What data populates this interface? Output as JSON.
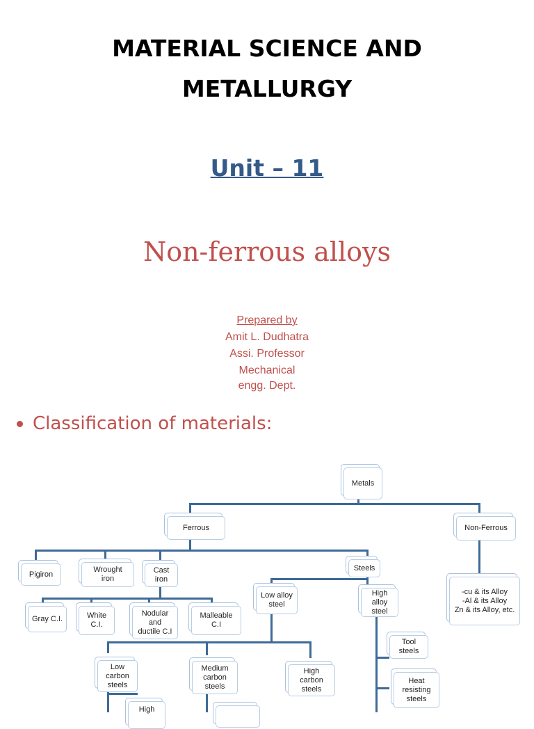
{
  "title_line1": "MATERIAL SCIENCE AND",
  "title_line2": "METALLURGY",
  "unit": "Unit – 11",
  "subtitle": "Non-ferrous alloys",
  "prepared": {
    "heading": "Prepared by",
    "name": "Amit L. Dudhatra",
    "role": "Assi. Professor",
    "dept_line1": "Mechanical",
    "dept_line2": "engg. Dept."
  },
  "bullet": "Classification of materials:",
  "diagram": {
    "metals": "Metals",
    "ferrous": "Ferrous",
    "non_ferrous": "Non-Ferrous",
    "non_ferrous_list": "-cu & its Alloy\n-Al & its Alloy\nZn & its Alloy, etc.",
    "pig_iron": "Pigiron",
    "wrought_iron": "Wrought\niron",
    "cast_iron": "Cast\niron",
    "steels": "Steels",
    "gray_ci": "Gray C.I.",
    "white_ci": "White\nC.I.",
    "nodular_ci": "Nodular\nand\nductile C.I",
    "malleable_ci": "Malleable\nC.I",
    "low_alloy_steel": "Low alloy\nsteel",
    "high_alloy_steel": "High\nalloy\nsteel",
    "tool_steels": "Tool\nsteels",
    "heat_resisting_steels": "Heat\nresisting\nsteels",
    "low_carbon_steels": "Low\ncarbon\nsteels",
    "medium_carbon_steels": "Medium\ncarbon\nsteels",
    "high_carbon_steels": "High\ncarbon\nsteels",
    "high_partial": "High"
  }
}
